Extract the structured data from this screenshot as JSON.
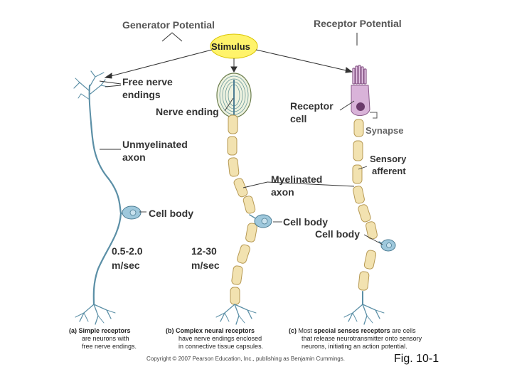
{
  "headers": {
    "generator": "Generator Potential",
    "receptor": "Receptor Potential"
  },
  "stimulus": "Stimulus",
  "labels": {
    "free_nerve_endings_1": "Free nerve",
    "free_nerve_endings_2": "endings",
    "nerve_ending": "Nerve ending",
    "unmyelinated_1": "Unmyelinated",
    "unmyelinated_2": "axon",
    "cell_body_a": "Cell body",
    "speed_a_1": "0.5-2.0",
    "speed_a_2": "m/sec",
    "myelinated_1": "Myelinated",
    "myelinated_2": "axon",
    "cell_body_b": "Cell body",
    "speed_b_1": "12-30",
    "speed_b_2": "m/sec",
    "receptor_cell_1": "Receptor",
    "receptor_cell_2": "cell",
    "synapse": "Synapse",
    "sensory_afferent_1": "Sensory",
    "sensory_afferent_2": "afferent",
    "cell_body_c": "Cell body"
  },
  "captions": {
    "a_prefix": "(a)",
    "a_title": "Simple receptors",
    "a_body_1": "are neurons with",
    "a_body_2": "free nerve endings.",
    "b_prefix": "(b)",
    "b_title": "Complex neural receptors",
    "b_body_1": "have nerve endings enclosed",
    "b_body_2": "in connective tissue capsules.",
    "c_prefix": "(c)",
    "c_title_pre": "Most",
    "c_title": "special senses receptors",
    "c_title_post": "are cells",
    "c_body_1": "that release neurotransmitter onto sensory",
    "c_body_2": "neurons, initiating an action potential."
  },
  "copyright": "Copyright © 2007 Pearson Education, Inc., publishing as Benjamin Cummings.",
  "figure_label": "Fig. 10-1",
  "colors": {
    "nerve": "#5b8fa6",
    "myelin": "#f2e2b0",
    "myelin_stroke": "#b79a55",
    "stimulus": "#fff36b",
    "receptor_cell": "#d9b3d9",
    "cell_body": "#9ec8dc"
  }
}
